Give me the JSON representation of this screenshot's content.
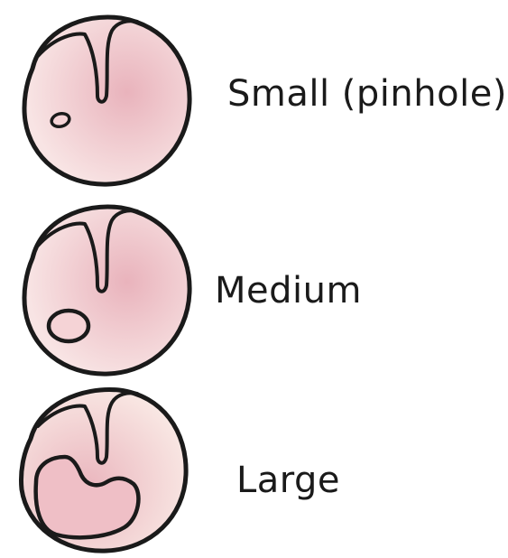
{
  "diagram": {
    "items": [
      {
        "label": "Small (pinhole)"
      },
      {
        "label": "Medium"
      },
      {
        "label": "Large"
      }
    ]
  },
  "colors": {
    "outline": "#1a1a1a",
    "drum_fill": "#f6dede",
    "drum_shade": "#e8aeb8",
    "hole_fill": "#f5d3d6"
  }
}
